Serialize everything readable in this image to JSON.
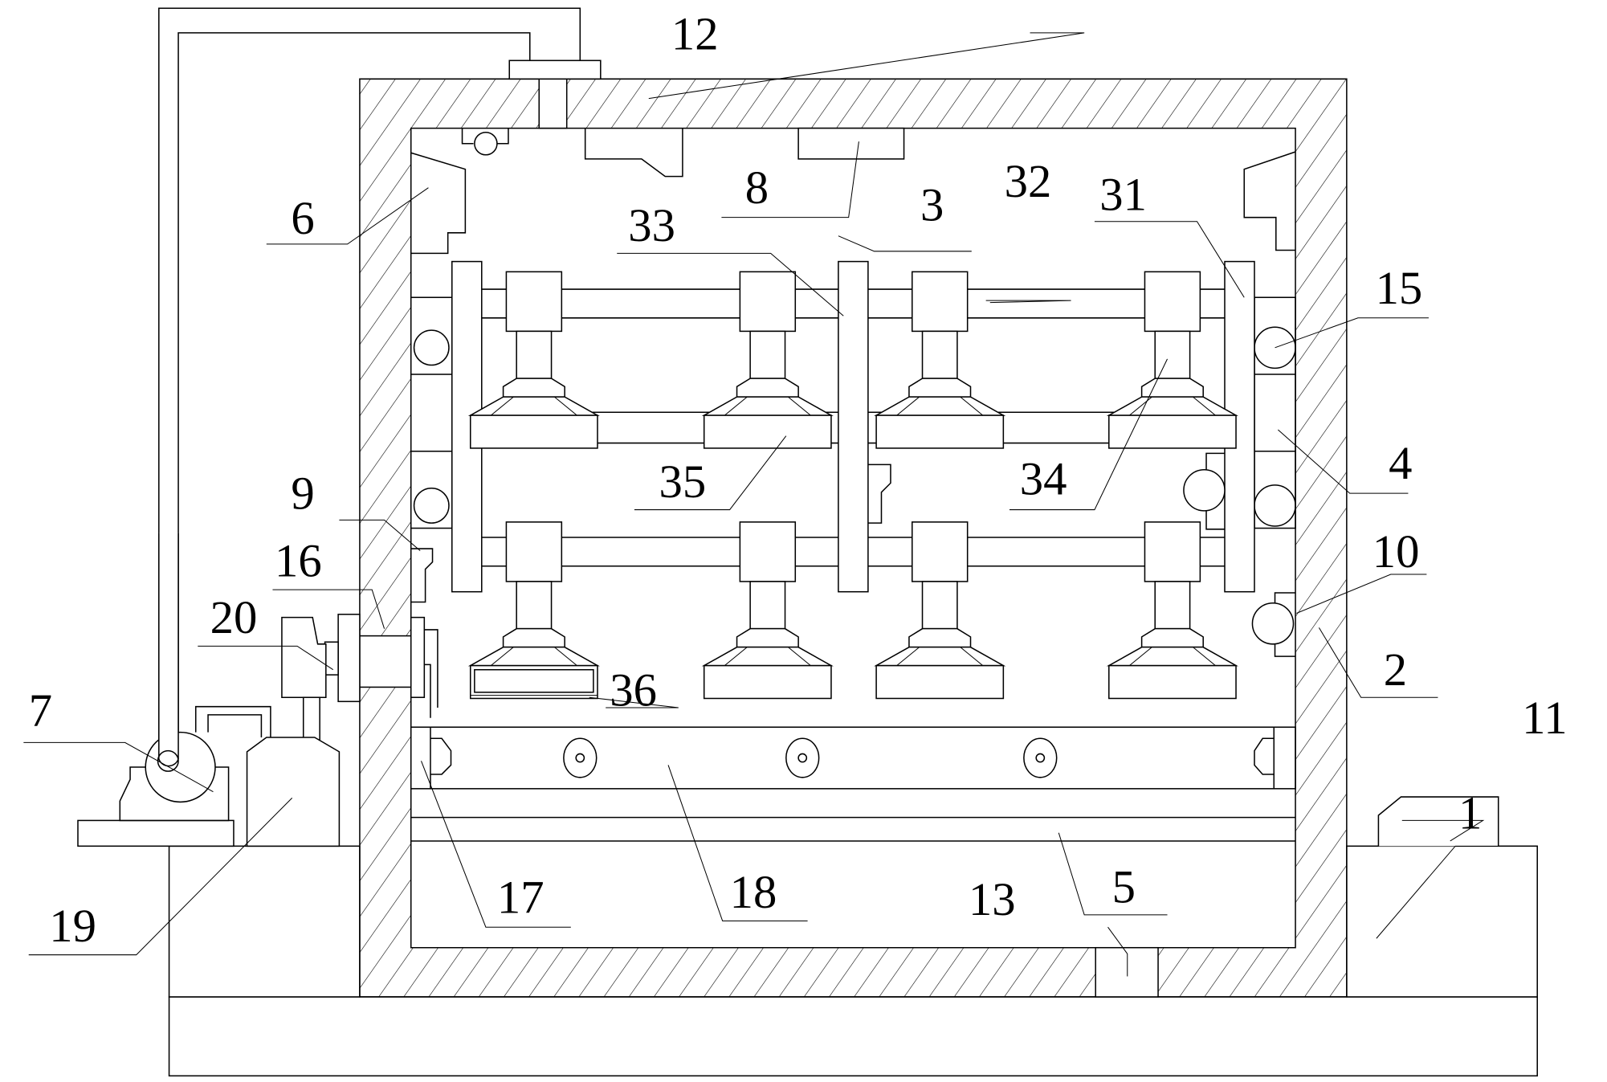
{
  "figure": {
    "type": "patent mechanical cross-section drawing",
    "colors": {
      "line": "#000000",
      "background": "#ffffff"
    }
  },
  "labels": [
    {
      "id": "1",
      "text": "1",
      "part": "base"
    },
    {
      "id": "2",
      "text": "2",
      "part": "housing-wall"
    },
    {
      "id": "3",
      "text": "3",
      "part": "center-column"
    },
    {
      "id": "4",
      "text": "4",
      "part": "side-guide"
    },
    {
      "id": "5",
      "text": "5",
      "part": "bottom-plate"
    },
    {
      "id": "6",
      "text": "6",
      "part": "corner-block-left"
    },
    {
      "id": "7",
      "text": "7",
      "part": "pump"
    },
    {
      "id": "8",
      "text": "8",
      "part": "top-block"
    },
    {
      "id": "9",
      "text": "9",
      "part": "sensor-bracket"
    },
    {
      "id": "10",
      "text": "10",
      "part": "right-roller"
    },
    {
      "id": "11",
      "text": "11",
      "part": "control-box"
    },
    {
      "id": "12",
      "text": "12",
      "part": "inlet-pipe"
    },
    {
      "id": "13",
      "text": "13",
      "part": "drain-outlet"
    },
    {
      "id": "15",
      "text": "15",
      "part": "guide-wheel"
    },
    {
      "id": "16",
      "text": "16",
      "part": "drive-shaft"
    },
    {
      "id": "17",
      "text": "17",
      "part": "end-stop"
    },
    {
      "id": "18",
      "text": "18",
      "part": "conveyor-tray"
    },
    {
      "id": "19",
      "text": "19",
      "part": "tank"
    },
    {
      "id": "20",
      "text": "20",
      "part": "motor"
    },
    {
      "id": "31",
      "text": "31",
      "part": "right-frame-bar"
    },
    {
      "id": "32",
      "text": "32",
      "part": "cross-bar"
    },
    {
      "id": "33",
      "text": "33",
      "part": "nozzle-holder"
    },
    {
      "id": "34",
      "text": "34",
      "part": "nozzle-neck"
    },
    {
      "id": "35",
      "text": "35",
      "part": "spray-head"
    },
    {
      "id": "36",
      "text": "36",
      "part": "filter-head"
    }
  ]
}
